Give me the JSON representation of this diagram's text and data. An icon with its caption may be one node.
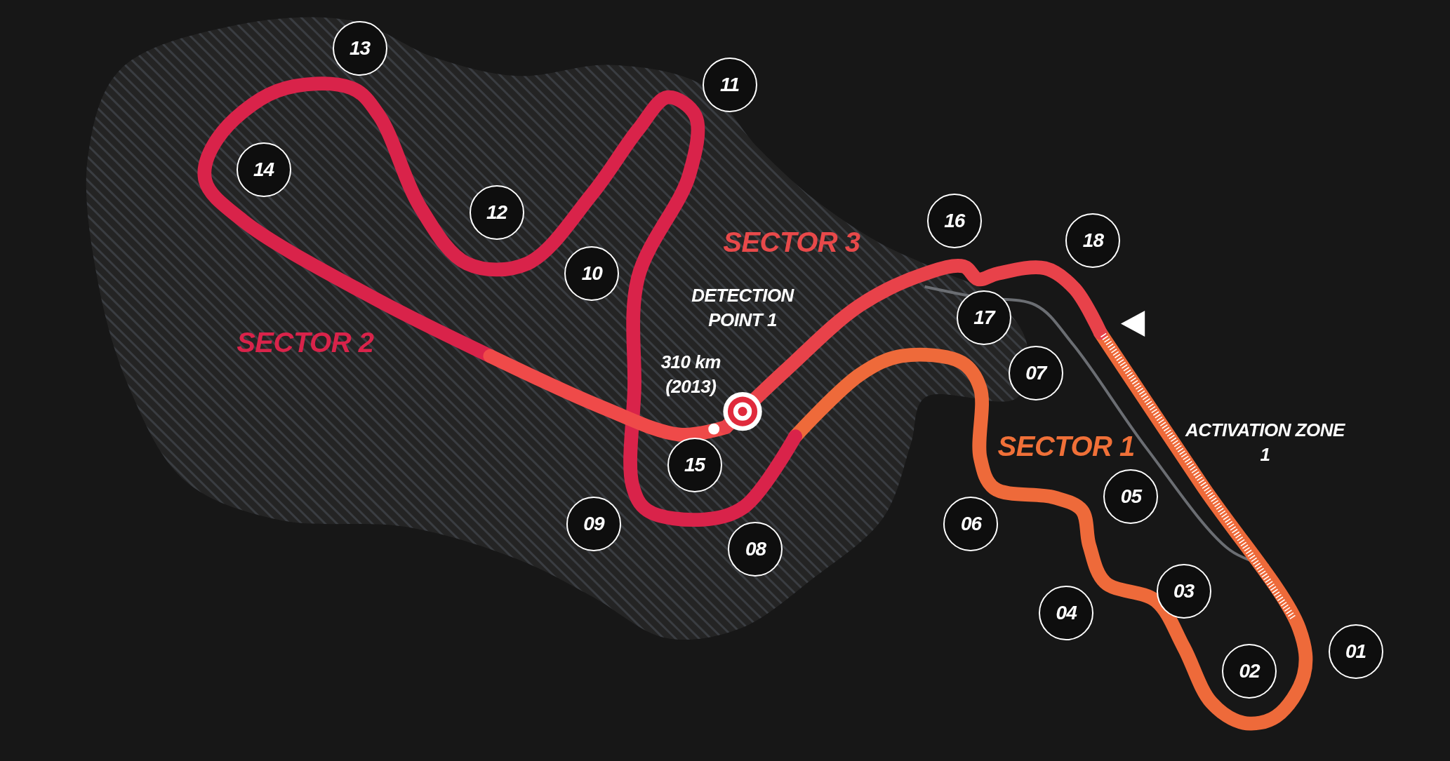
{
  "diagram": {
    "nodes": [
      {
        "text": [
          "01"
        ]
      },
      {
        "text": [
          "02"
        ]
      },
      {
        "text": [
          "03"
        ]
      },
      {
        "text": [
          "04"
        ]
      },
      {
        "text": [
          "05"
        ]
      },
      {
        "text": [
          "06"
        ]
      },
      {
        "text": [
          "07"
        ]
      },
      {
        "text": [
          "08"
        ]
      },
      {
        "text": [
          "09"
        ]
      },
      {
        "text": [
          "10"
        ]
      },
      {
        "text": [
          "11"
        ]
      },
      {
        "text": [
          "12"
        ]
      },
      {
        "text": [
          "13"
        ]
      },
      {
        "text": [
          "14"
        ]
      },
      {
        "text": [
          "15"
        ]
      },
      {
        "text": [
          "16"
        ]
      },
      {
        "text": [
          "17"
        ]
      },
      {
        "text": [
          "18"
        ]
      }
    ],
    "edges": [],
    "labels": [
      "SECTOR 3",
      "DETECTION POINT 1",
      "SECTOR 2",
      "310 km (2013)",
      "ACTIVATION ZONE 1",
      "SECTOR 1"
    ]
  }
}
